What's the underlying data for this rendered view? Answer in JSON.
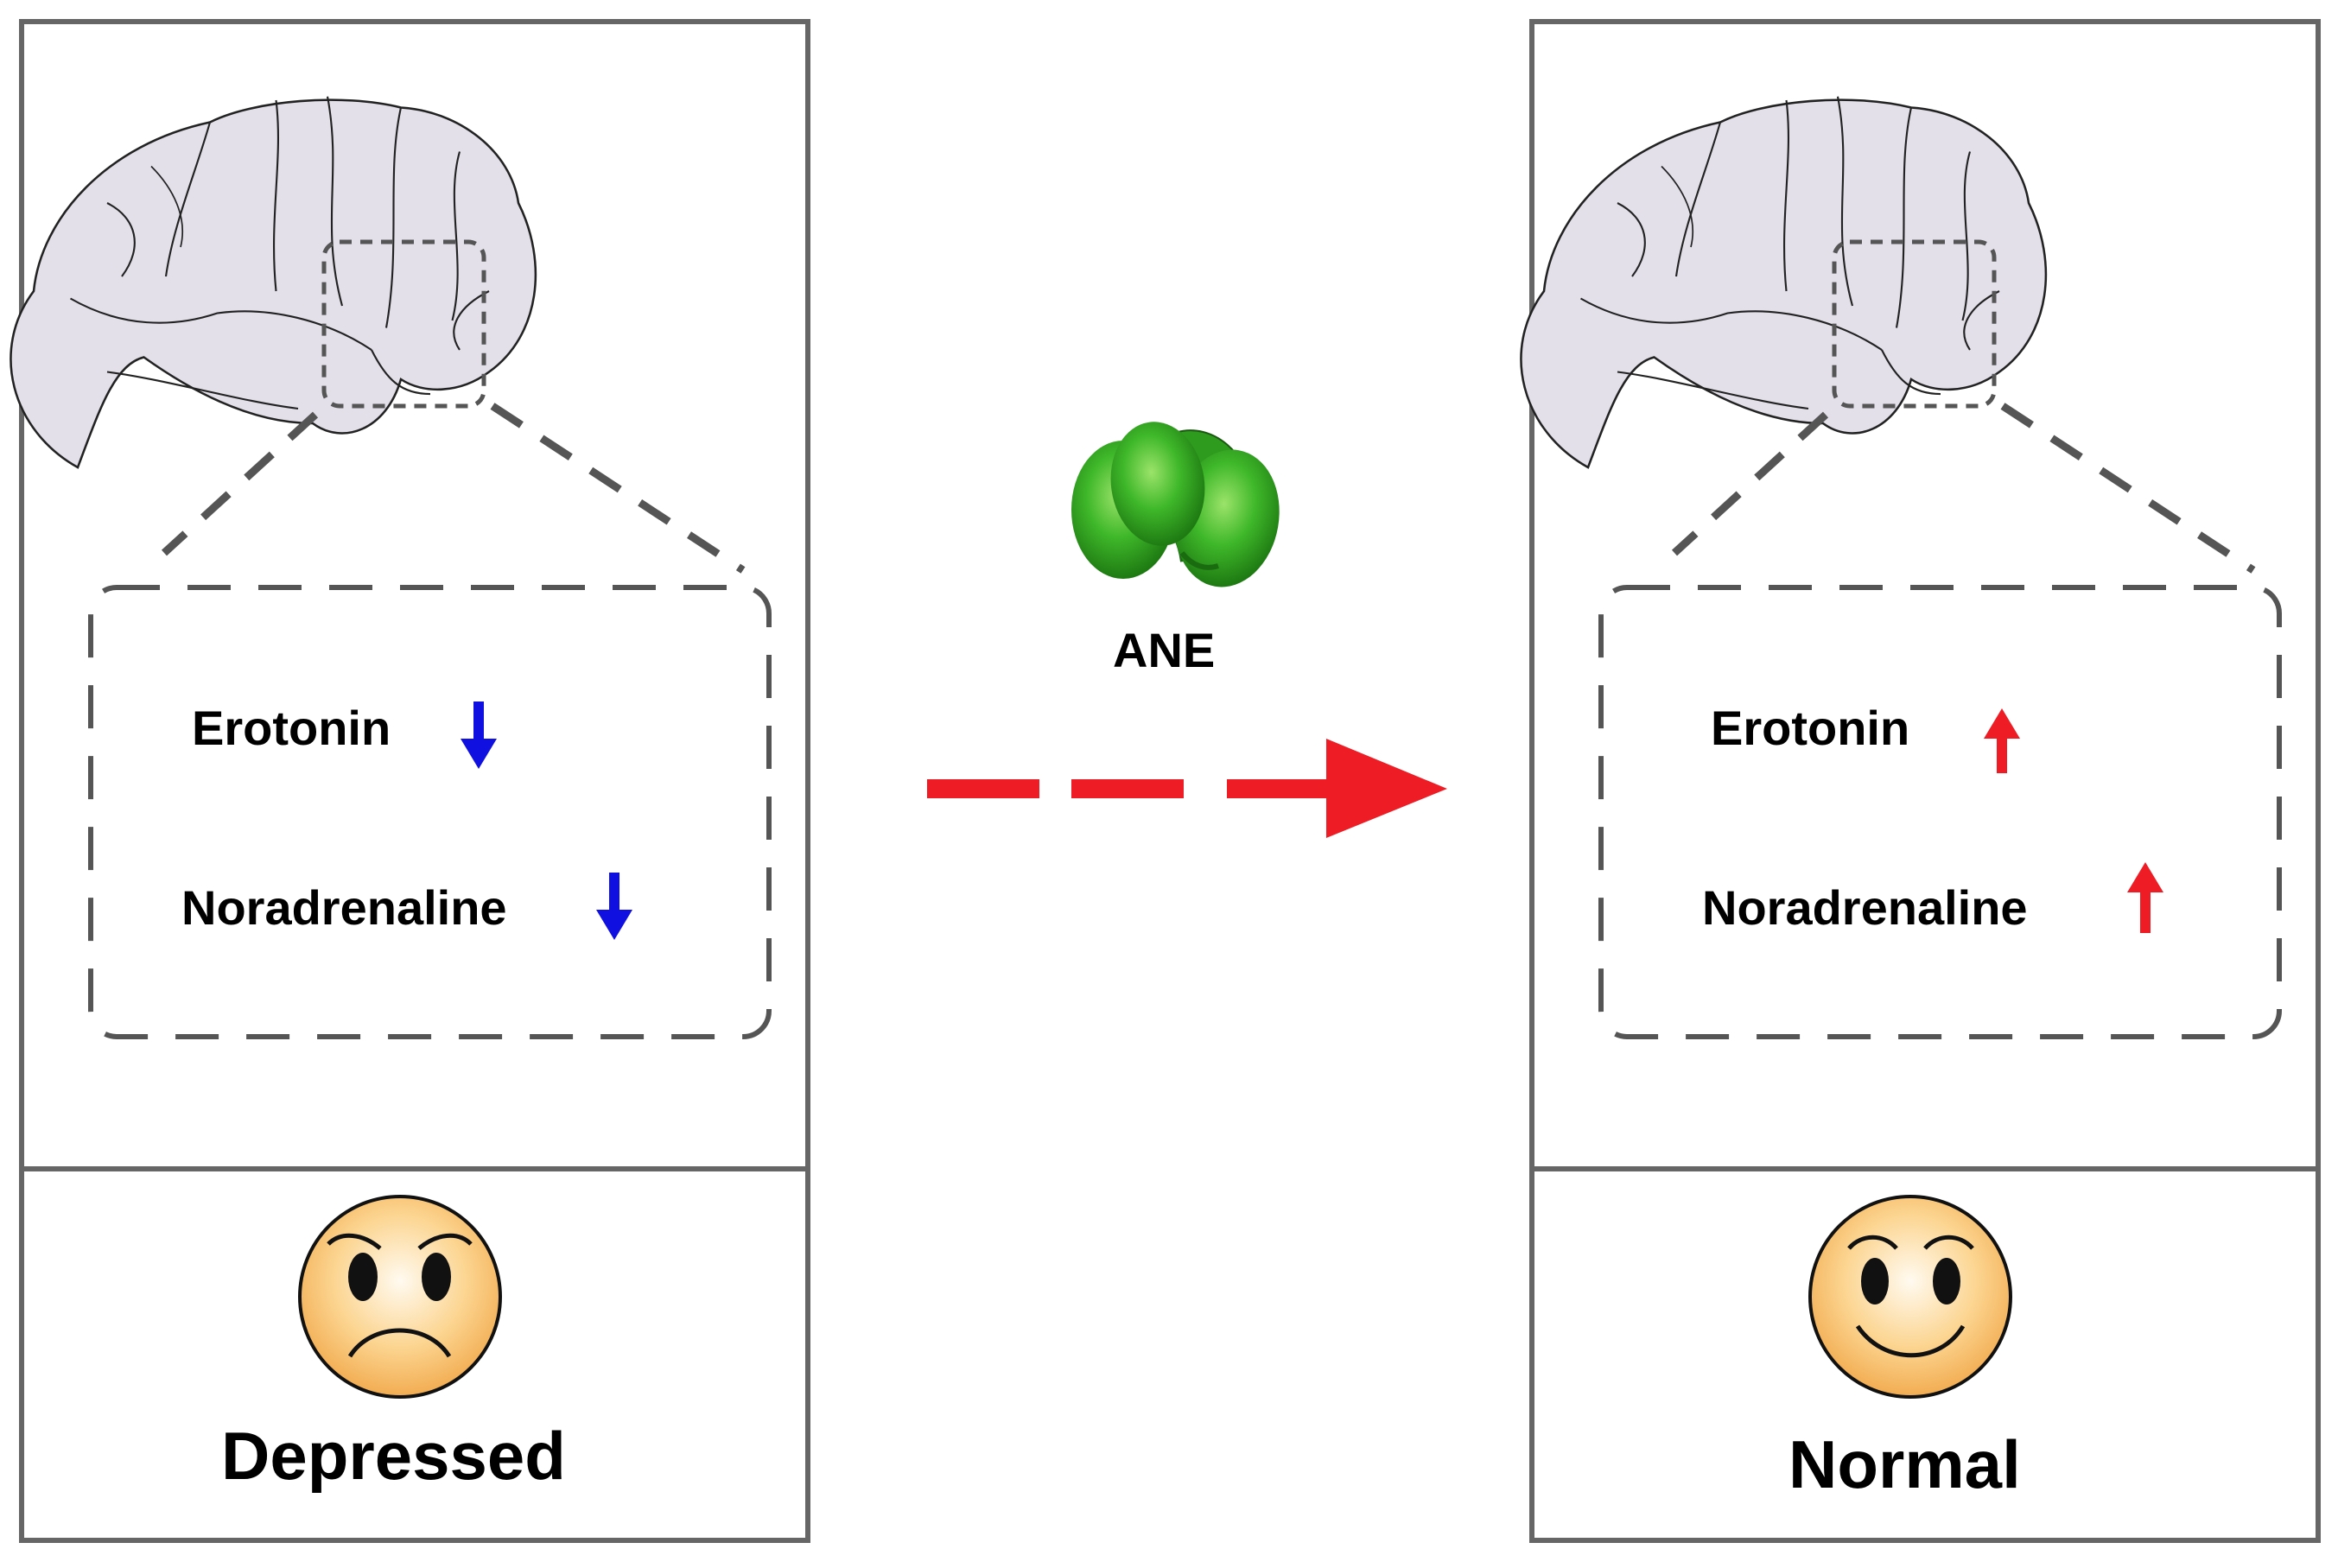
{
  "treatment": {
    "label": "ANE"
  },
  "panels": {
    "left": {
      "state": "Depressed",
      "chemicals": [
        {
          "name": "Erotonin",
          "direction": "down"
        },
        {
          "name": "Noradrenaline",
          "direction": "down"
        }
      ]
    },
    "right": {
      "state": "Normal",
      "chemicals": [
        {
          "name": "Erotonin",
          "direction": "up"
        },
        {
          "name": "Noradrenaline",
          "direction": "up"
        }
      ]
    }
  },
  "colors": {
    "down_arrow": "#1010e0",
    "up_arrow": "#ee1c24",
    "process_arrow": "#ee1c24",
    "panel_border": "#666666",
    "dash": "#666666",
    "brain": "#e4e0ea",
    "face": "#f5b860",
    "leaf": "#3cb528"
  }
}
